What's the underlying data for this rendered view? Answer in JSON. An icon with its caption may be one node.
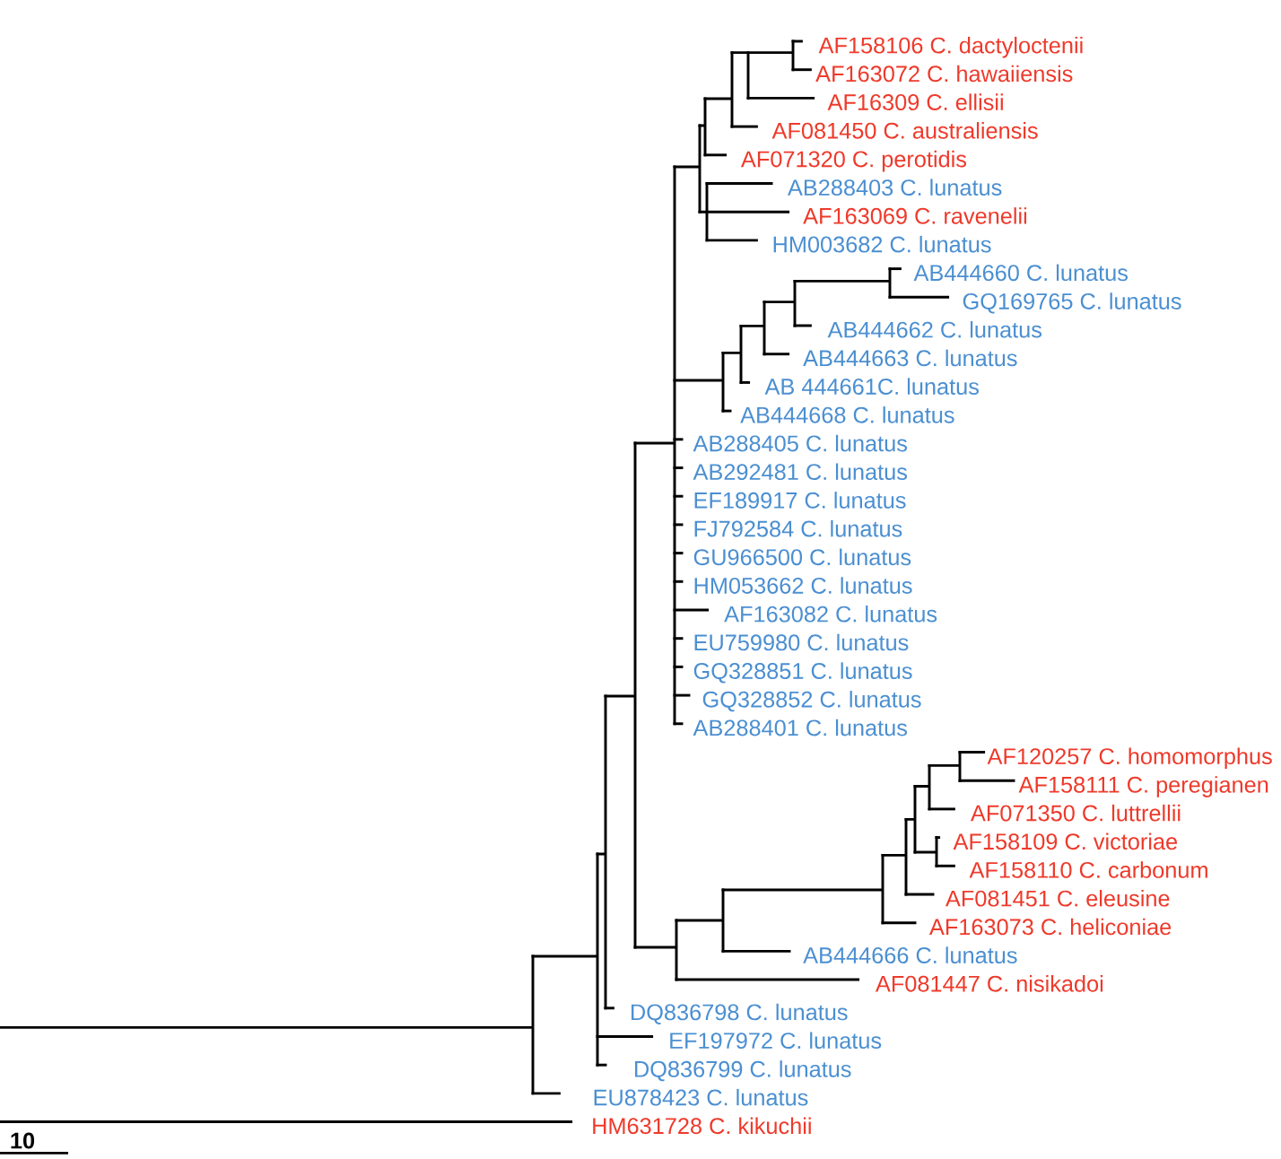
{
  "diagram": {
    "nodes": [
      {
        "text": [
          "AF158106 C. dactyloctenii"
        ]
      },
      {
        "text": [
          "AF163072 C. hawaiiensis"
        ]
      },
      {
        "text": [
          "AF16309 C. ellisii"
        ]
      },
      {
        "text": [
          "AF081450 C. australiensis"
        ]
      },
      {
        "text": [
          "AF071320 C. perotidis"
        ]
      },
      {
        "text": [
          "AB288403 C. lunatus"
        ]
      },
      {
        "text": [
          "AF163069 C. ravenelii"
        ]
      },
      {
        "text": [
          "HM003682 C. lunatus"
        ]
      },
      {
        "text": [
          "AB444660 C. lunatus"
        ]
      },
      {
        "text": [
          "GQ169765 C. lunatus"
        ]
      },
      {
        "text": [
          "AB444662 C. lunatus"
        ]
      },
      {
        "text": [
          "AB444663 C. lunatus"
        ]
      },
      {
        "text": [
          "AB 444661C. lunatus"
        ]
      },
      {
        "text": [
          "AB444668 C. lunatus"
        ]
      },
      {
        "text": [
          "AB288405 C. lunatus"
        ]
      },
      {
        "text": [
          "AB292481 C. lunatus"
        ]
      },
      {
        "text": [
          "EF189917 C. lunatus"
        ]
      },
      {
        "text": [
          "FJ792584 C. lunatus"
        ]
      },
      {
        "text": [
          "GU966500 C. lunatus"
        ]
      },
      {
        "text": [
          "HM053662 C. lunatus"
        ]
      },
      {
        "text": [
          "AF163082 C. lunatus"
        ]
      },
      {
        "text": [
          "EU759980 C. lunatus"
        ]
      },
      {
        "text": [
          "GQ328851 C. lunatus"
        ]
      },
      {
        "text": [
          "GQ328852 C. lunatus"
        ]
      },
      {
        "text": [
          "AB288401 C. lunatus"
        ]
      },
      {
        "text": [
          "AF120257 C. homomorphus"
        ]
      },
      {
        "text": [
          "AF158111 C. peregianen"
        ]
      },
      {
        "text": [
          "AF071350 C. luttrellii"
        ]
      },
      {
        "text": [
          "AF158109 C. victoriae"
        ]
      },
      {
        "text": [
          "AF158110 C. carbonum"
        ]
      },
      {
        "text": [
          "AF081451 C. eleusine"
        ]
      },
      {
        "text": [
          "AF163073 C. heliconiae"
        ]
      },
      {
        "text": [
          "AB444666 C. lunatus"
        ]
      },
      {
        "text": [
          "AF081447 C. nisikadoi"
        ]
      },
      {
        "text": [
          "DQ836798 C. lunatus"
        ]
      },
      {
        "text": [
          "EF197972 C. lunatus"
        ]
      },
      {
        "text": [
          "DQ836799 C. lunatus"
        ]
      },
      {
        "text": [
          "EU878423 C. lunatus"
        ]
      },
      {
        "text": [
          "HM631728 C. kikuchii"
        ]
      }
    ],
    "edges": [
      {
        "from": null,
        "to": 0,
        "arrow": "none"
      },
      {
        "from": null,
        "to": 1,
        "arrow": "none"
      },
      {
        "from": null,
        "to": 2,
        "arrow": "none"
      },
      {
        "from": null,
        "to": 3,
        "arrow": "none"
      },
      {
        "from": null,
        "to": 4,
        "arrow": "none"
      },
      {
        "from": null,
        "to": 5,
        "arrow": "none"
      },
      {
        "from": null,
        "to": 6,
        "arrow": "none"
      },
      {
        "from": null,
        "to": 7,
        "arrow": "none"
      },
      {
        "from": null,
        "to": 8,
        "arrow": "none"
      },
      {
        "from": null,
        "to": 9,
        "arrow": "none"
      },
      {
        "from": null,
        "to": 10,
        "arrow": "none"
      },
      {
        "from": null,
        "to": 11,
        "arrow": "none"
      },
      {
        "from": null,
        "to": 12,
        "arrow": "none"
      },
      {
        "from": null,
        "to": 13,
        "arrow": "none"
      },
      {
        "from": null,
        "to": 14,
        "arrow": "none"
      },
      {
        "from": null,
        "to": 15,
        "arrow": "none"
      },
      {
        "from": null,
        "to": 16,
        "arrow": "none"
      },
      {
        "from": null,
        "to": 17,
        "arrow": "none"
      },
      {
        "from": null,
        "to": 18,
        "arrow": "none"
      },
      {
        "from": null,
        "to": 19,
        "arrow": "none"
      },
      {
        "from": null,
        "to": 20,
        "arrow": "none"
      },
      {
        "from": null,
        "to": 21,
        "arrow": "none"
      },
      {
        "from": null,
        "to": 22,
        "arrow": "none"
      },
      {
        "from": null,
        "to": 23,
        "arrow": "none"
      },
      {
        "from": null,
        "to": 24,
        "arrow": "none"
      },
      {
        "from": null,
        "to": 25,
        "arrow": "none"
      },
      {
        "from": null,
        "to": 26,
        "arrow": "none"
      },
      {
        "from": null,
        "to": 27,
        "arrow": "none"
      },
      {
        "from": null,
        "to": 28,
        "arrow": "none"
      },
      {
        "from": null,
        "to": 29,
        "arrow": "none"
      },
      {
        "from": null,
        "to": 30,
        "arrow": "none"
      },
      {
        "from": null,
        "to": 31,
        "arrow": "none"
      },
      {
        "from": null,
        "to": 32,
        "arrow": "none"
      },
      {
        "from": null,
        "to": 33,
        "arrow": "none"
      },
      {
        "from": null,
        "to": 34,
        "arrow": "none"
      },
      {
        "from": null,
        "to": 35,
        "arrow": "none"
      },
      {
        "from": null,
        "to": 36,
        "arrow": "none"
      },
      {
        "from": null,
        "to": 37,
        "arrow": "none"
      },
      {
        "from": null,
        "to": 38,
        "arrow": "none"
      }
    ],
    "labels": [
      "10"
    ]
  }
}
